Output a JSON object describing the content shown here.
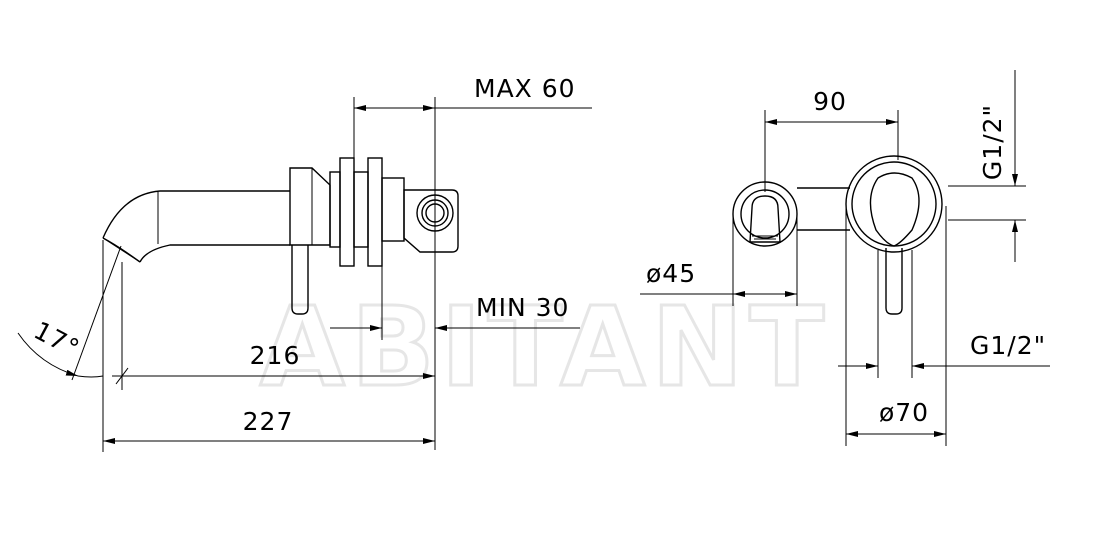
{
  "watermark": "ABITANT",
  "dimensions": {
    "max_depth": "MAX 60",
    "min_depth": "MIN 30",
    "spout_length_1": "216",
    "spout_length_2": "227",
    "spout_angle": "17°",
    "plate_spacing": "90",
    "spout_plate_diameter": "ø45",
    "handle_plate_diameter": "ø70",
    "connection_top": "G1/2\"",
    "connection_bottom": "G1/2\""
  }
}
